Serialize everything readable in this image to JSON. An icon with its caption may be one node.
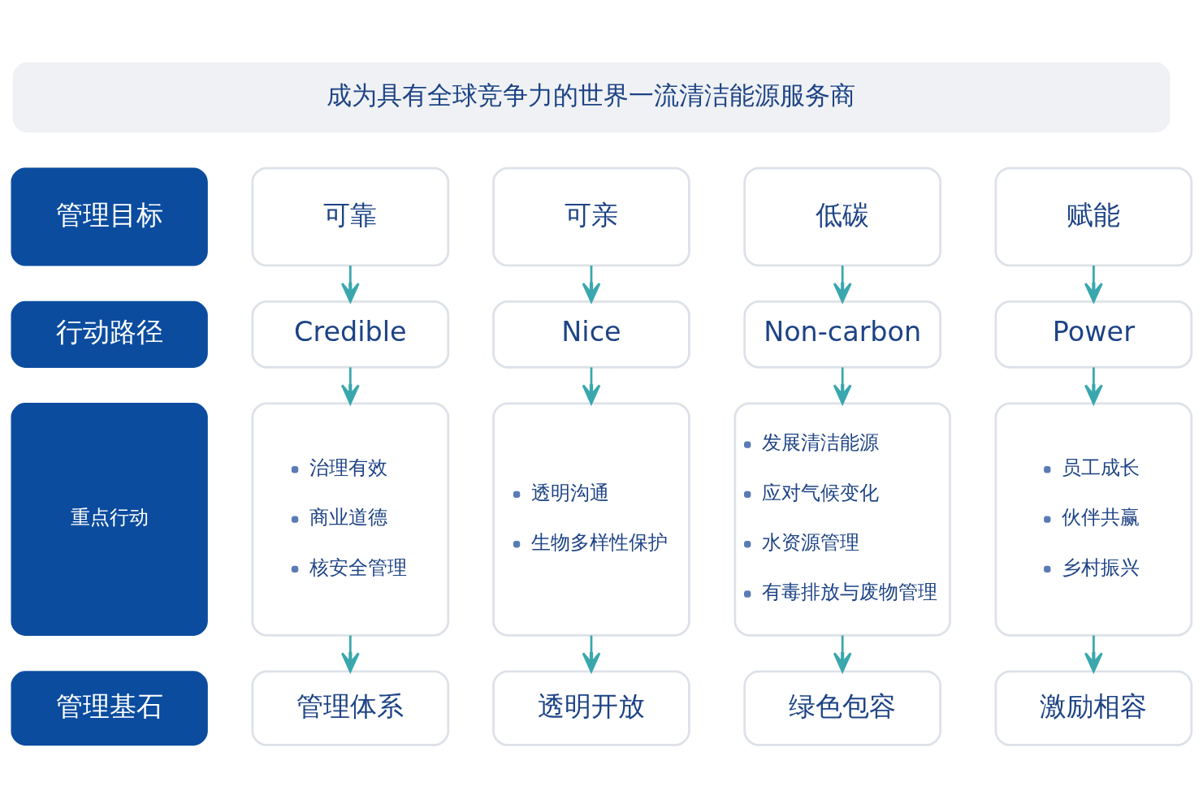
{
  "diagram": {
    "nodes": [
      {
        "text": [
          "成为具有全球竞争力的世界一流清洁能源服务商"
        ]
      },
      {
        "text": [
          "管理目标"
        ]
      },
      {
        "text": [
          "可靠"
        ]
      },
      {
        "text": [
          "可亲"
        ]
      },
      {
        "text": [
          "低碳"
        ]
      },
      {
        "text": [
          "赋能"
        ]
      },
      {
        "text": [
          "行动路径"
        ]
      },
      {
        "text": [
          "Credible"
        ]
      },
      {
        "text": [
          "Nice"
        ]
      },
      {
        "text": [
          "Non-carbon"
        ]
      },
      {
        "text": [
          "Power"
        ]
      },
      {
        "text": [
          "重点行动"
        ]
      },
      {
        "text": [
          "治理有效",
          "商业道德",
          "核安全管理"
        ]
      },
      {
        "text": [
          "透明沟通",
          "生物多样性保护"
        ]
      },
      {
        "text": [
          "发展清洁能源",
          "应对气候变化",
          "水资源管理",
          "有毒排放与废物管理"
        ]
      },
      {
        "text": [
          "员工成长",
          "伙伴共赢",
          "乡村振兴"
        ]
      },
      {
        "text": [
          "管理基石"
        ]
      },
      {
        "text": [
          "管理体系"
        ]
      },
      {
        "text": [
          "透明开放"
        ]
      },
      {
        "text": [
          "绿色包容"
        ]
      },
      {
        "text": [
          "激励相容"
        ]
      }
    ],
    "edges": [
      {
        "from": 2,
        "to": 7,
        "arrow": "to"
      },
      {
        "from": 3,
        "to": 8,
        "arrow": "to"
      },
      {
        "from": 4,
        "to": 9,
        "arrow": "to"
      },
      {
        "from": 5,
        "to": 10,
        "arrow": "to"
      },
      {
        "from": 7,
        "to": 12,
        "arrow": "to"
      },
      {
        "from": 8,
        "to": 13,
        "arrow": "to"
      },
      {
        "from": 9,
        "to": 14,
        "arrow": "to"
      },
      {
        "from": 10,
        "to": 15,
        "arrow": "to"
      },
      {
        "from": 12,
        "to": 17,
        "arrow": "to"
      },
      {
        "from": 13,
        "to": 18,
        "arrow": "to"
      },
      {
        "from": 14,
        "to": 19,
        "arrow": "to"
      },
      {
        "from": 15,
        "to": 20,
        "arrow": "to"
      }
    ]
  }
}
